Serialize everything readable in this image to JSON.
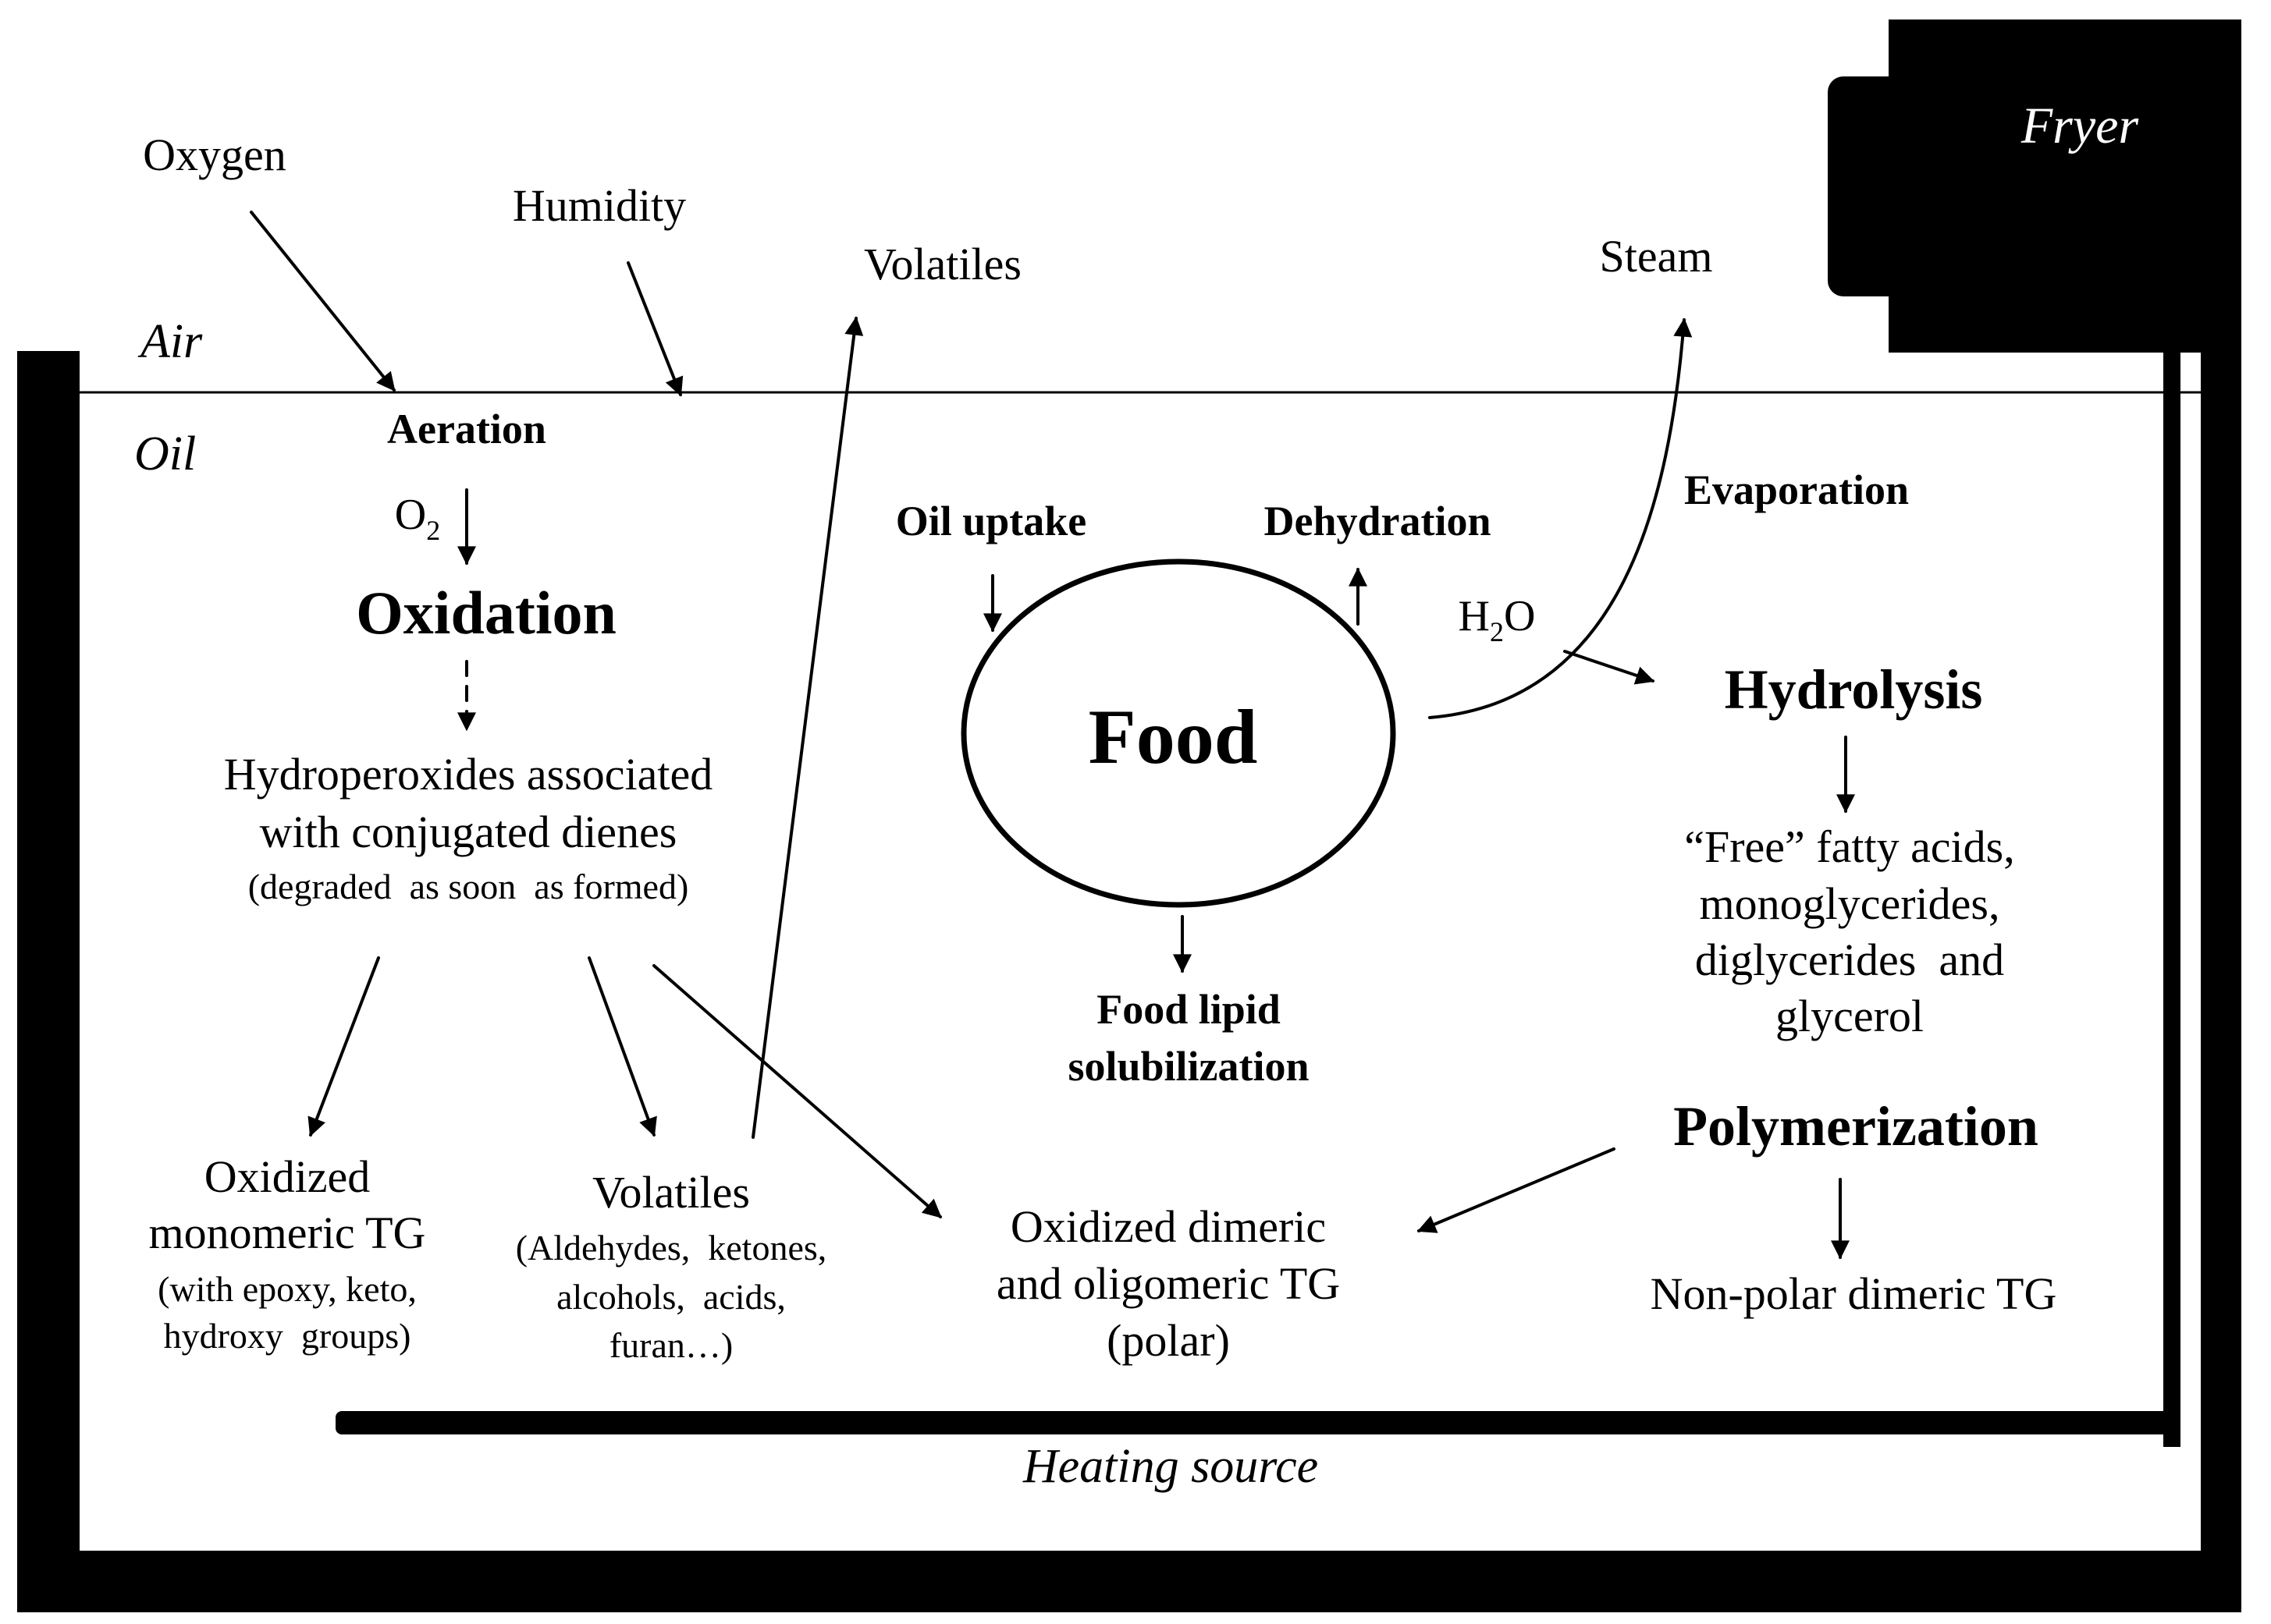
{
  "fryer": {
    "label": "Fryer"
  },
  "zones": {
    "air": "Air",
    "oil": "Oil",
    "heating": "Heating source"
  },
  "inputs": {
    "oxygen": "Oxygen",
    "humidity": "Humidity"
  },
  "outputs": {
    "volatiles_top": "Volatiles",
    "steam": "Steam"
  },
  "oxidation": {
    "aeration": "Aeration",
    "o2_main": "O",
    "o2_sub": "2",
    "title": "Oxidation",
    "hydroperoxides_line1": "Hydroperoxides associated",
    "hydroperoxides_line2": "with conjugated dienes",
    "hydroperoxides_note": "(degraded  as soon  as formed)"
  },
  "products": {
    "monomeric_line1": "Oxidized",
    "monomeric_line2": "monomeric TG",
    "monomeric_note1": "(with epoxy, keto,",
    "monomeric_note2": "hydroxy  groups)",
    "volatiles_title": "Volatiles",
    "volatiles_note1": "(Aldehydes,  ketones,",
    "volatiles_note2": "alcohols,  acids,",
    "volatiles_note3": "furan…)",
    "dimeric_line1": "Oxidized dimeric",
    "dimeric_line2": "and oligomeric TG",
    "dimeric_line3": "(polar)"
  },
  "food": {
    "label": "Food",
    "oil_uptake": "Oil uptake",
    "dehydration": "Dehydration",
    "lipid_line1": "Food lipid",
    "lipid_line2": "solubilization"
  },
  "hydrolysis": {
    "evaporation": "Evaporation",
    "h2o_h": "H",
    "h2o_sub": "2",
    "h2o_o": "O",
    "title": "Hydrolysis",
    "products_line1": "“Free” fatty acids,",
    "products_line2": "monoglycerides,",
    "products_line3": "diglycerides  and",
    "products_line4": "glycerol"
  },
  "polymerization": {
    "title": "Polymerization",
    "product": "Non-polar dimeric TG"
  }
}
